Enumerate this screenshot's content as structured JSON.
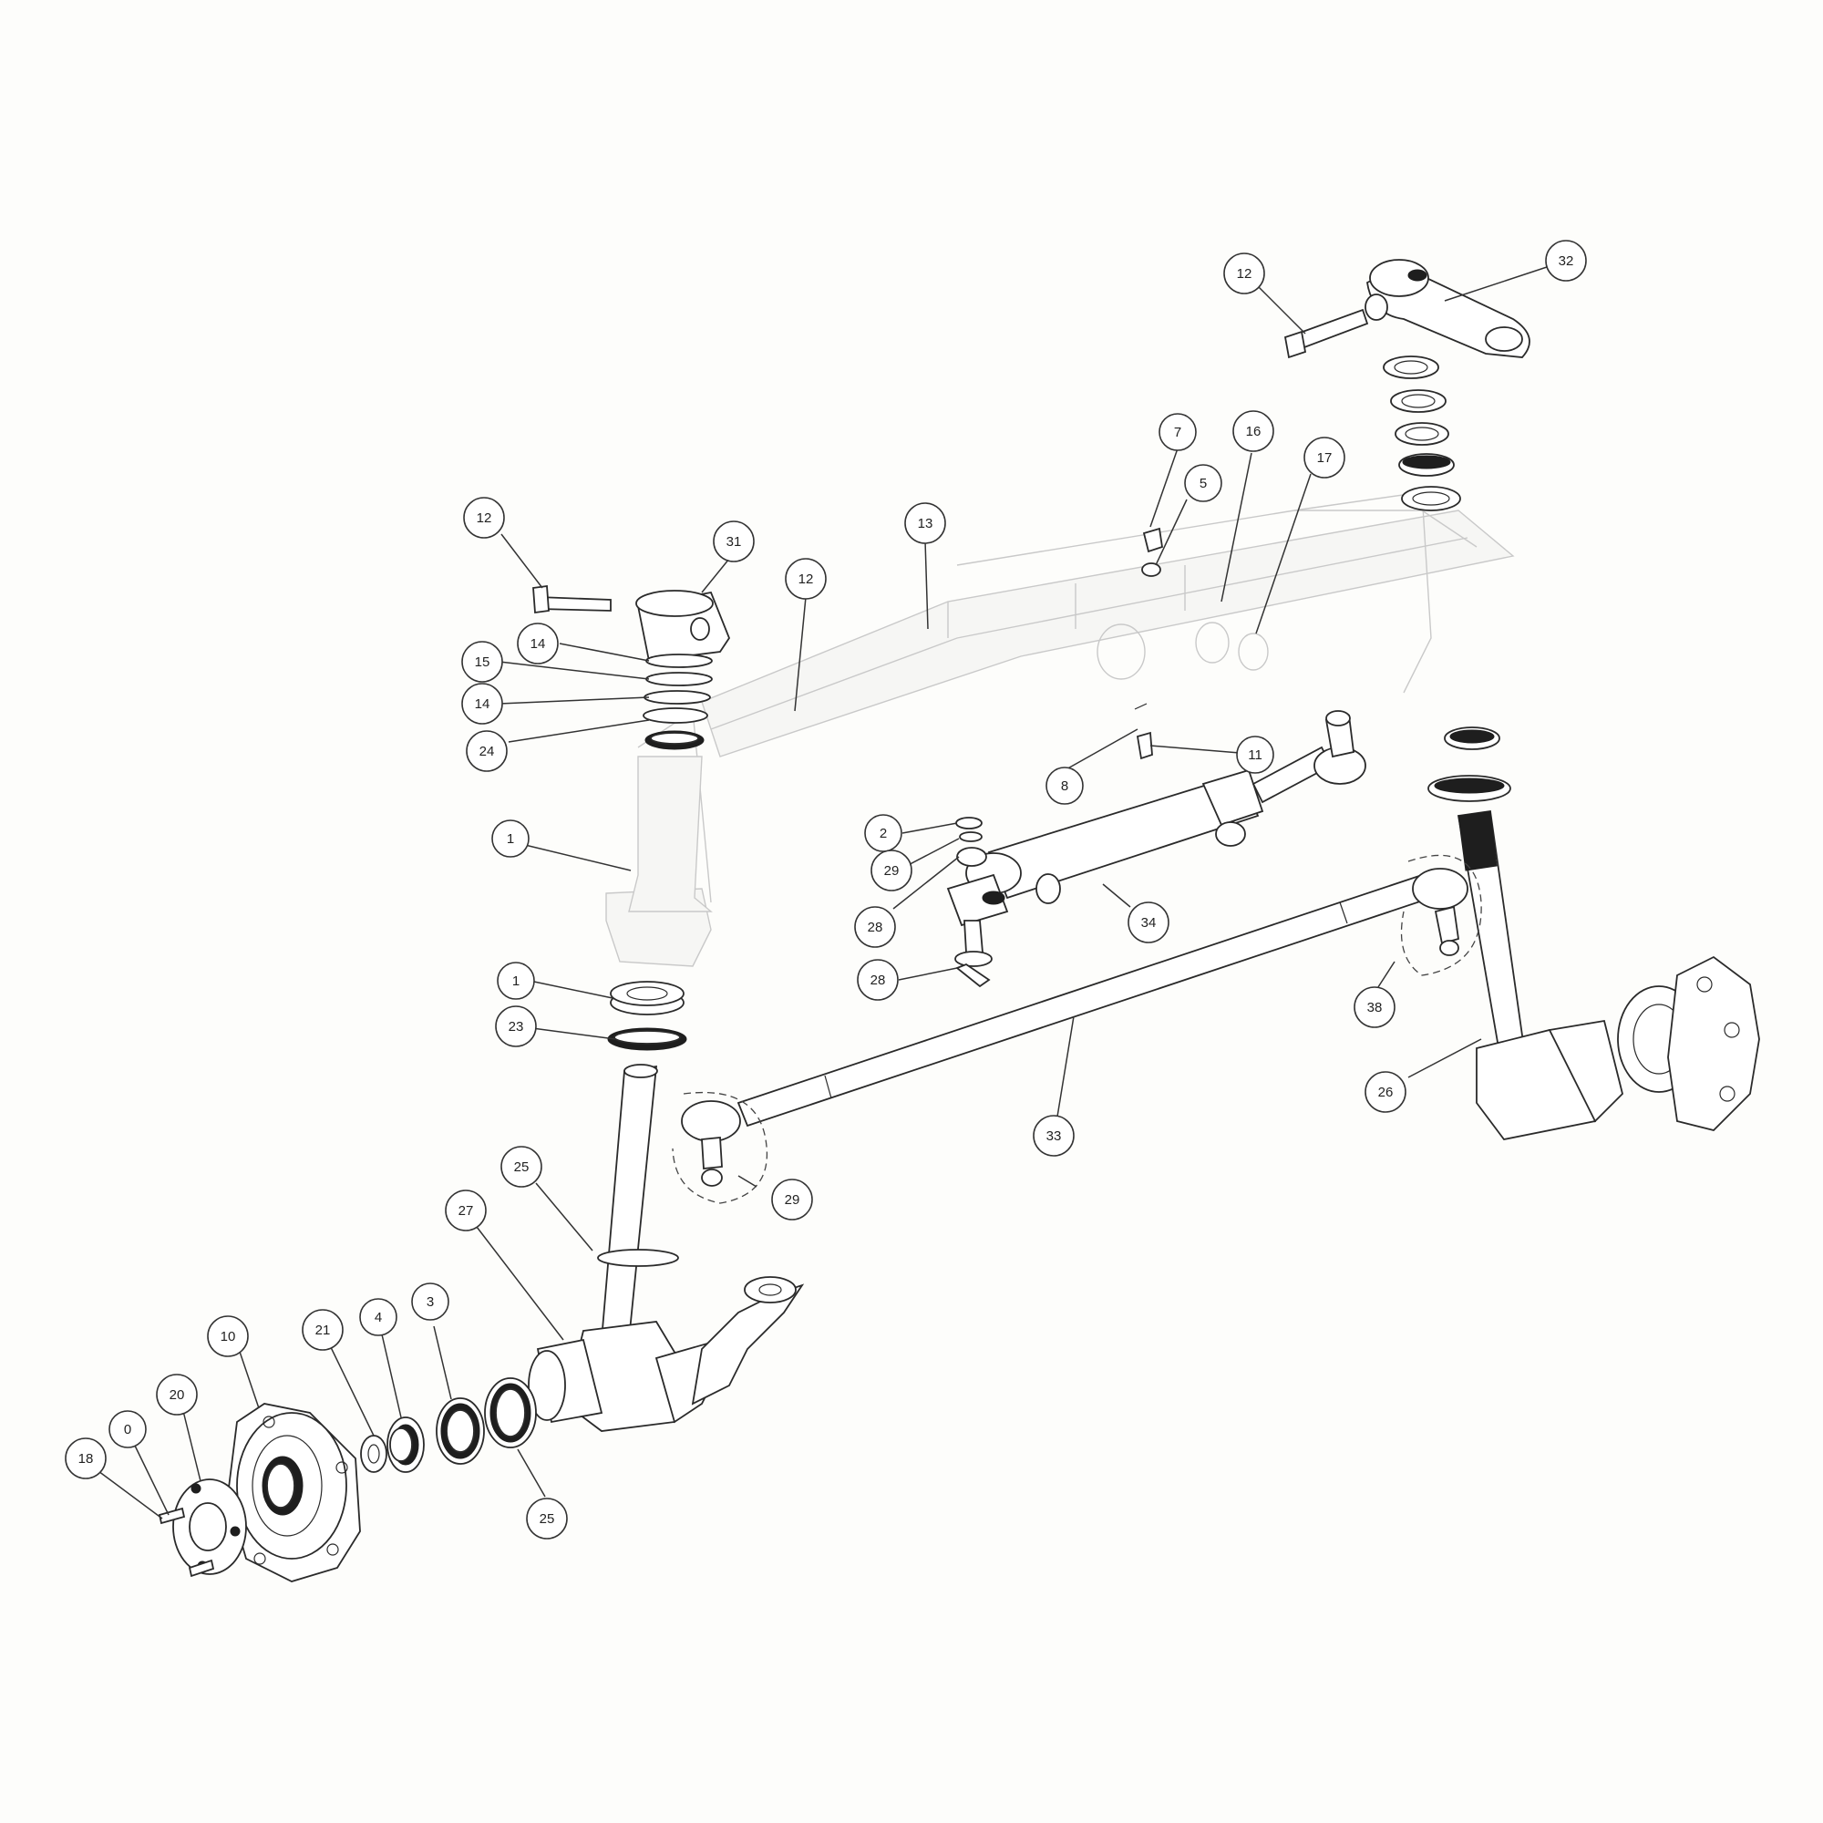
{
  "labels": [
    {
      "id": "lbl-12-top-right",
      "text": "12"
    },
    {
      "id": "lbl-32",
      "text": "32"
    },
    {
      "id": "lbl-7",
      "text": "7"
    },
    {
      "id": "lbl-16",
      "text": "16"
    },
    {
      "id": "lbl-5",
      "text": "5"
    },
    {
      "id": "lbl-17",
      "text": "17"
    },
    {
      "id": "lbl-13",
      "text": "13"
    },
    {
      "id": "lbl-12-left",
      "text": "12"
    },
    {
      "id": "lbl-31",
      "text": "31"
    },
    {
      "id": "lbl-12-mid",
      "text": "12"
    },
    {
      "id": "lbl-14-a",
      "text": "14"
    },
    {
      "id": "lbl-15",
      "text": "15"
    },
    {
      "id": "lbl-14-b",
      "text": "14"
    },
    {
      "id": "lbl-24",
      "text": "24"
    },
    {
      "id": "lbl-11",
      "text": "11"
    },
    {
      "id": "lbl-8",
      "text": "8"
    },
    {
      "id": "lbl-1-a",
      "text": "1"
    },
    {
      "id": "lbl-2",
      "text": "2"
    },
    {
      "id": "lbl-29",
      "text": "29"
    },
    {
      "id": "lbl-28-a",
      "text": "28"
    },
    {
      "id": "lbl-34",
      "text": "34"
    },
    {
      "id": "lbl-28-b",
      "text": "28"
    },
    {
      "id": "lbl-1-b",
      "text": "1"
    },
    {
      "id": "lbl-38",
      "text": "38"
    },
    {
      "id": "lbl-23",
      "text": "23"
    },
    {
      "id": "lbl-26",
      "text": "26"
    },
    {
      "id": "lbl-33",
      "text": "33"
    },
    {
      "id": "lbl-25-a",
      "text": "25"
    },
    {
      "id": "lbl-29-b",
      "text": "29"
    },
    {
      "id": "lbl-27",
      "text": "27"
    },
    {
      "id": "lbl-10",
      "text": "10"
    },
    {
      "id": "lbl-21",
      "text": "21"
    },
    {
      "id": "lbl-4",
      "text": "4"
    },
    {
      "id": "lbl-3",
      "text": "3"
    },
    {
      "id": "lbl-20",
      "text": "20"
    },
    {
      "id": "lbl-0",
      "text": "0"
    },
    {
      "id": "lbl-18",
      "text": "18"
    },
    {
      "id": "lbl-25-b",
      "text": "25"
    }
  ],
  "colors": {
    "line": "#2a2a2a",
    "ghost": "#c9c9c9",
    "background": "#fdfdfb"
  }
}
